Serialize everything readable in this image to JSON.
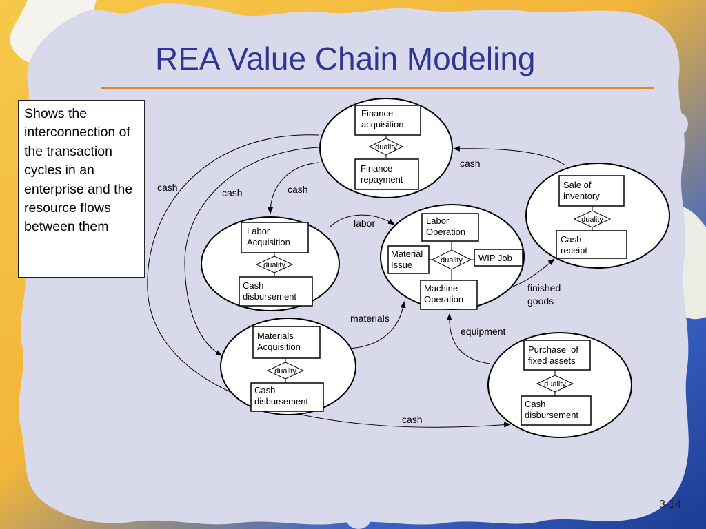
{
  "slide": {
    "title": "REA Value Chain Modeling",
    "description": "Shows the interconnection of the transaction cycles in an enterprise and the resource flows between them",
    "page_number": "3-14"
  },
  "diagram": {
    "finance": {
      "acq": [
        "Finance",
        "acquisition"
      ],
      "duality": "duality",
      "rep": [
        "Finance",
        "repayment"
      ]
    },
    "labor": {
      "acq": [
        "Labor",
        "Acquisition"
      ],
      "duality": "duality",
      "disb": [
        "Cash",
        "disbursement"
      ]
    },
    "materials": {
      "acq": [
        "Materials",
        "Acquisition"
      ],
      "duality": "duality",
      "disb": [
        "Cash",
        "disbursement"
      ]
    },
    "production": {
      "labor_op": [
        "Labor",
        "Operation"
      ],
      "material_issue": [
        "Material",
        "Issue"
      ],
      "duality": "duality",
      "wip": "WIP Job",
      "machine_op": [
        "Machine",
        "Operation"
      ]
    },
    "sales": {
      "sale": [
        "Sale of",
        "inventory"
      ],
      "duality": "duality",
      "receipt": [
        "Cash",
        "receipt"
      ]
    },
    "fixed_assets": {
      "purchase": [
        "Purchase  of",
        "fixed assets"
      ],
      "duality": "duality",
      "disb": [
        "Cash",
        "disbursement"
      ]
    },
    "flows": {
      "cash_outer": "cash",
      "cash_inner": "cash",
      "cash_labor": "cash",
      "cash_sales": "cash",
      "labor": "labor",
      "materials": "materials",
      "finished_goods": [
        "finished",
        "goods"
      ],
      "equipment": "equipment",
      "cash_bottom": "cash"
    }
  },
  "colors": {
    "background": "#d9d9ec",
    "title": "#2e3592",
    "rule": "#e2841f",
    "puzzle_piece": "#f4f3ee",
    "puzzle_outer": "#2d55b8"
  }
}
